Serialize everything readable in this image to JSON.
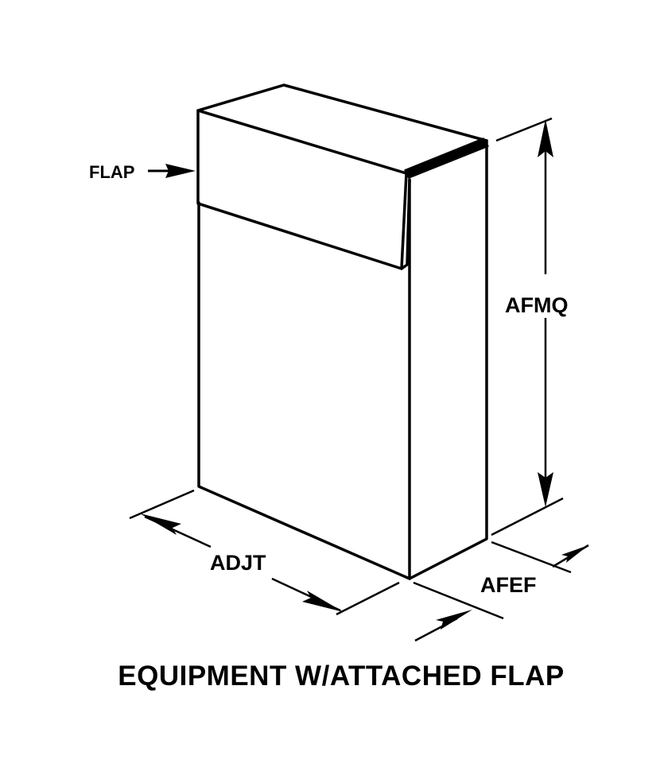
{
  "labels": {
    "flap": "FLAP",
    "height": "AFMQ",
    "length": "ADJT",
    "width": "AFEF"
  },
  "caption": "EQUIPMENT W/ATTACHED FLAP",
  "colors": {
    "line": "#000000",
    "background": "#ffffff"
  }
}
